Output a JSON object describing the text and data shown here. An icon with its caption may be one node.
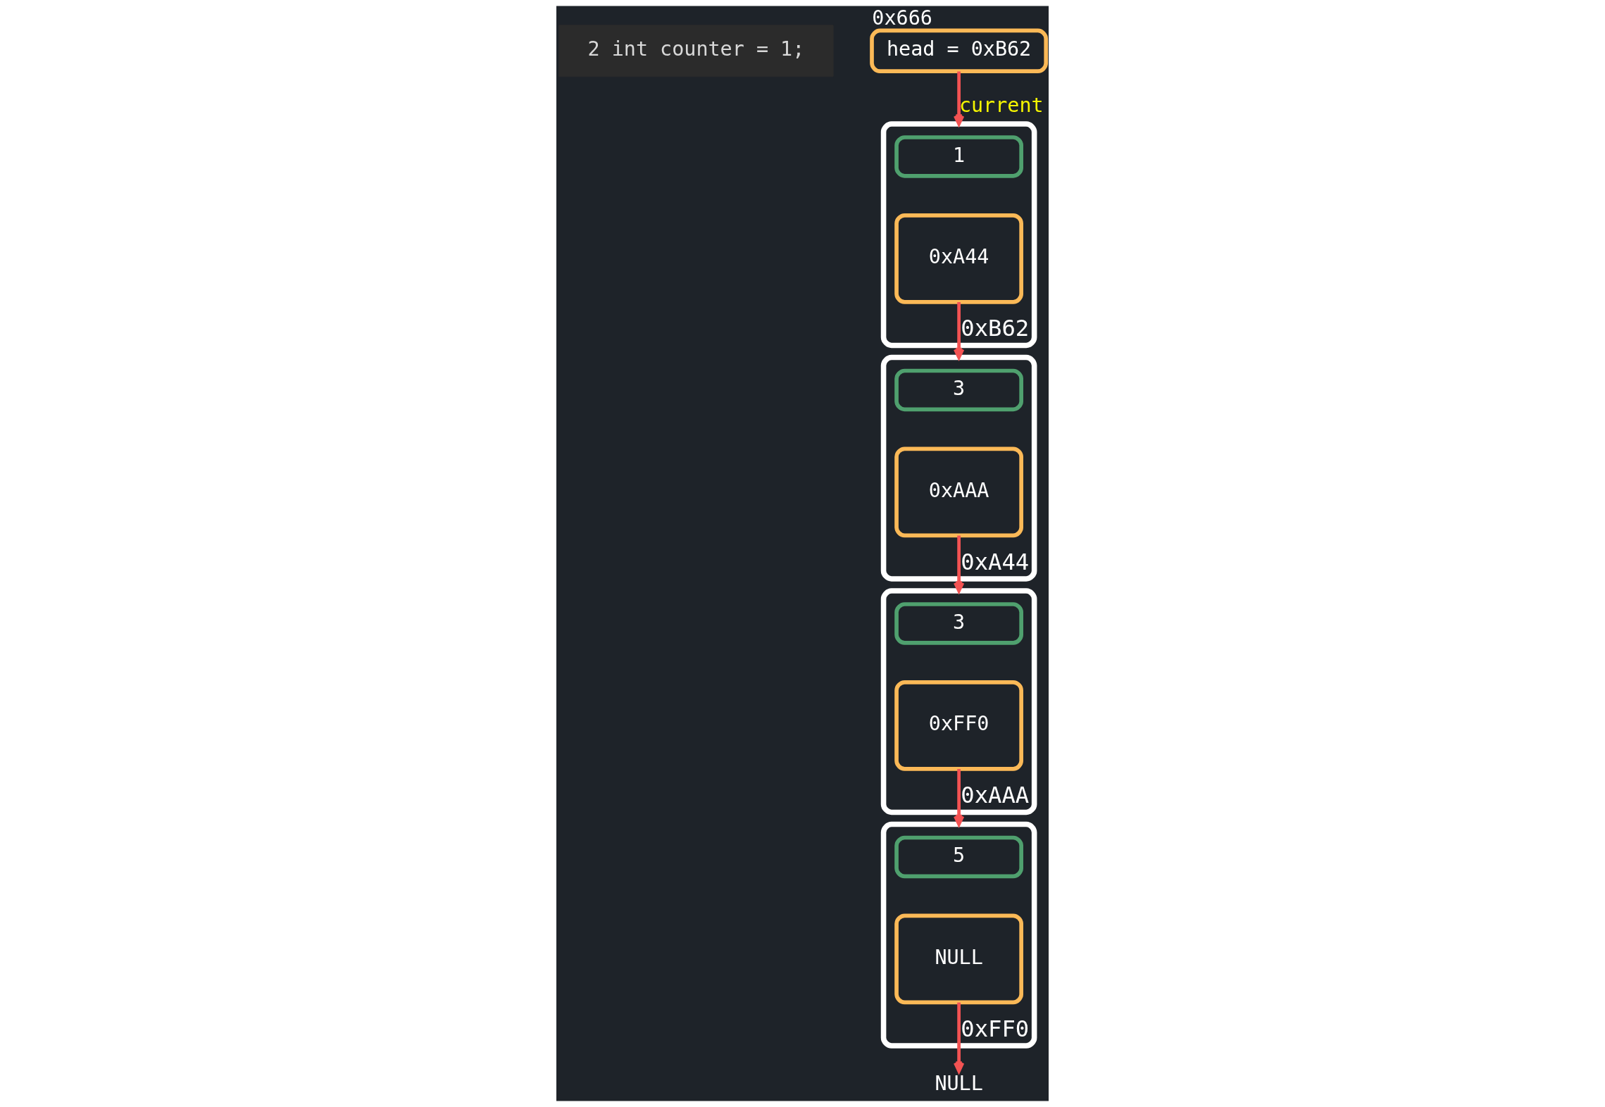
{
  "diagram": {
    "nodes": [
      {
        "text": [
          "2 int counter = 1;"
        ]
      },
      {
        "text": [
          "0xFF0"
        ]
      },
      {
        "text": [
          "5"
        ],
        "in": 1
      },
      {
        "text": [
          "NULL"
        ],
        "in": 1
      },
      {
        "text": [
          "NULL"
        ]
      },
      {
        "text": [
          "head = 0xB62"
        ],
        "beside": [
          "0x666"
        ]
      },
      {
        "text": [
          "0xB62"
        ]
      },
      {
        "text": [
          "1"
        ],
        "in": 6
      },
      {
        "text": [
          "0xA44"
        ],
        "in": 6
      },
      {
        "text": [
          "0xA44"
        ]
      },
      {
        "text": [
          "3"
        ],
        "in": 9
      },
      {
        "text": [
          "0xAAA"
        ],
        "in": 9
      },
      {
        "text": [
          "0xAAA"
        ]
      },
      {
        "text": [
          "3"
        ],
        "in": 12
      },
      {
        "text": [
          "0xFF0"
        ],
        "in": 12
      }
    ],
    "edges": [
      {
        "from": 5,
        "to": 6,
        "arrow": "to",
        "label": "current"
      },
      {
        "from": 8,
        "to": 9,
        "arrow": "to"
      },
      {
        "from": 11,
        "to": 12,
        "arrow": "to"
      },
      {
        "from": 14,
        "to": 1,
        "arrow": "to"
      },
      {
        "from": 3,
        "to": 4,
        "arrow": "to"
      }
    ]
  }
}
